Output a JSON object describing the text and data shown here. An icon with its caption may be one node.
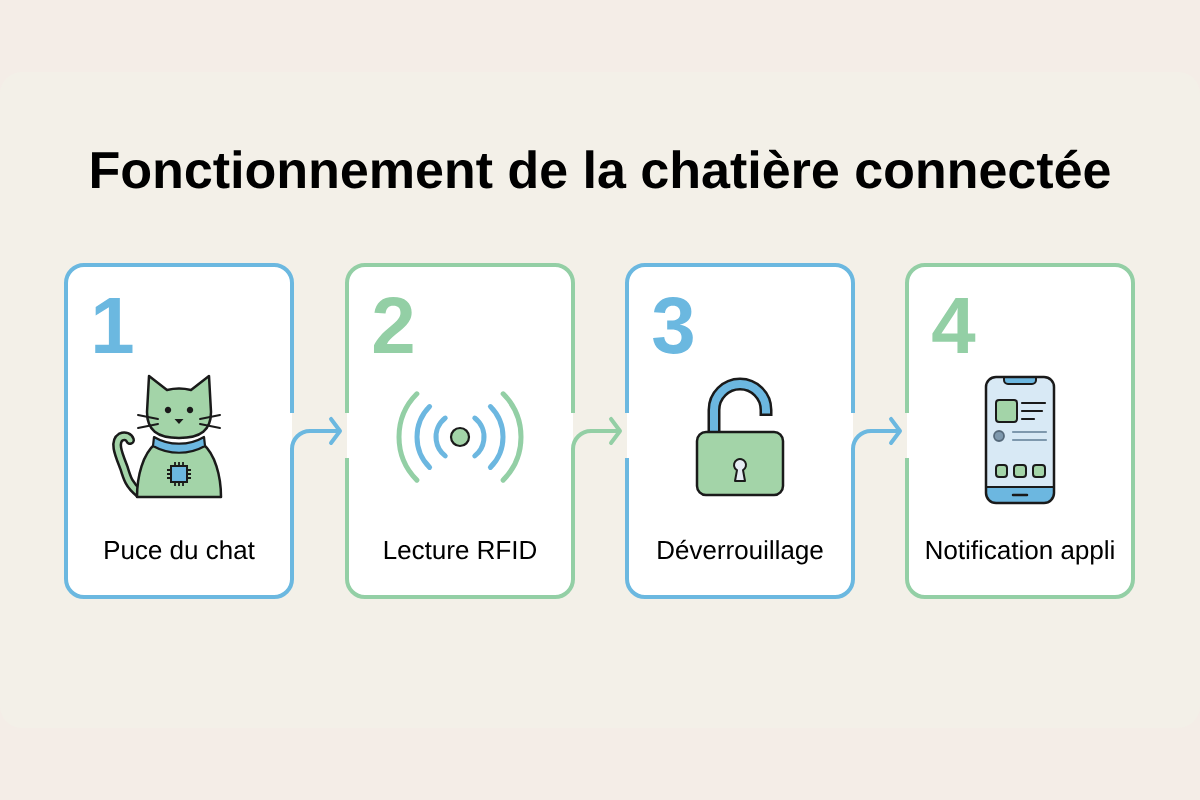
{
  "diagram": {
    "title": "Fonctionnement de la chatière connectée",
    "nodes": [
      {
        "text": [
          "1",
          "Puce du chat"
        ]
      },
      {
        "text": [
          "2",
          "Lecture RFID"
        ]
      },
      {
        "text": [
          "3",
          "Déverrouillage"
        ]
      },
      {
        "text": [
          "4",
          "Notification appli"
        ]
      }
    ],
    "edges": [
      {
        "from": 0,
        "to": 1,
        "arrow": "to"
      },
      {
        "from": 1,
        "to": 2,
        "arrow": "to",
        "color": "#93cfa5"
      },
      {
        "from": 2,
        "to": 3,
        "arrow": "to"
      }
    ]
  }
}
